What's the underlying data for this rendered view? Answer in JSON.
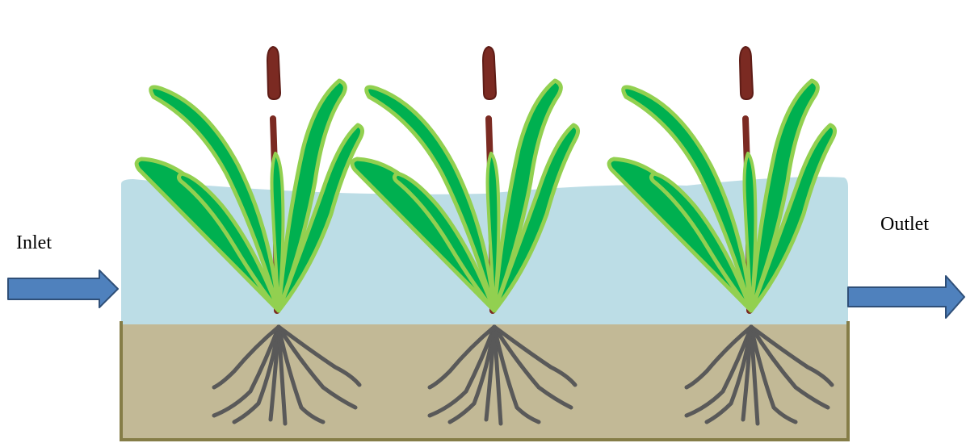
{
  "labels": {
    "inlet": "Inlet",
    "outlet": "Outlet"
  },
  "colors": {
    "water": "#bcdde6",
    "soil": "#c2b996",
    "basin_outline": "#857d47",
    "leaf_fill": "#00b050",
    "leaf_outline": "#92d050",
    "cattail_spike": "#7b2a22",
    "root": "#595959",
    "arrow_fill": "#4f81bd",
    "arrow_outline": "#2f4f78"
  },
  "plants": [
    {
      "name": "plant-1"
    },
    {
      "name": "plant-2"
    },
    {
      "name": "plant-3"
    }
  ]
}
